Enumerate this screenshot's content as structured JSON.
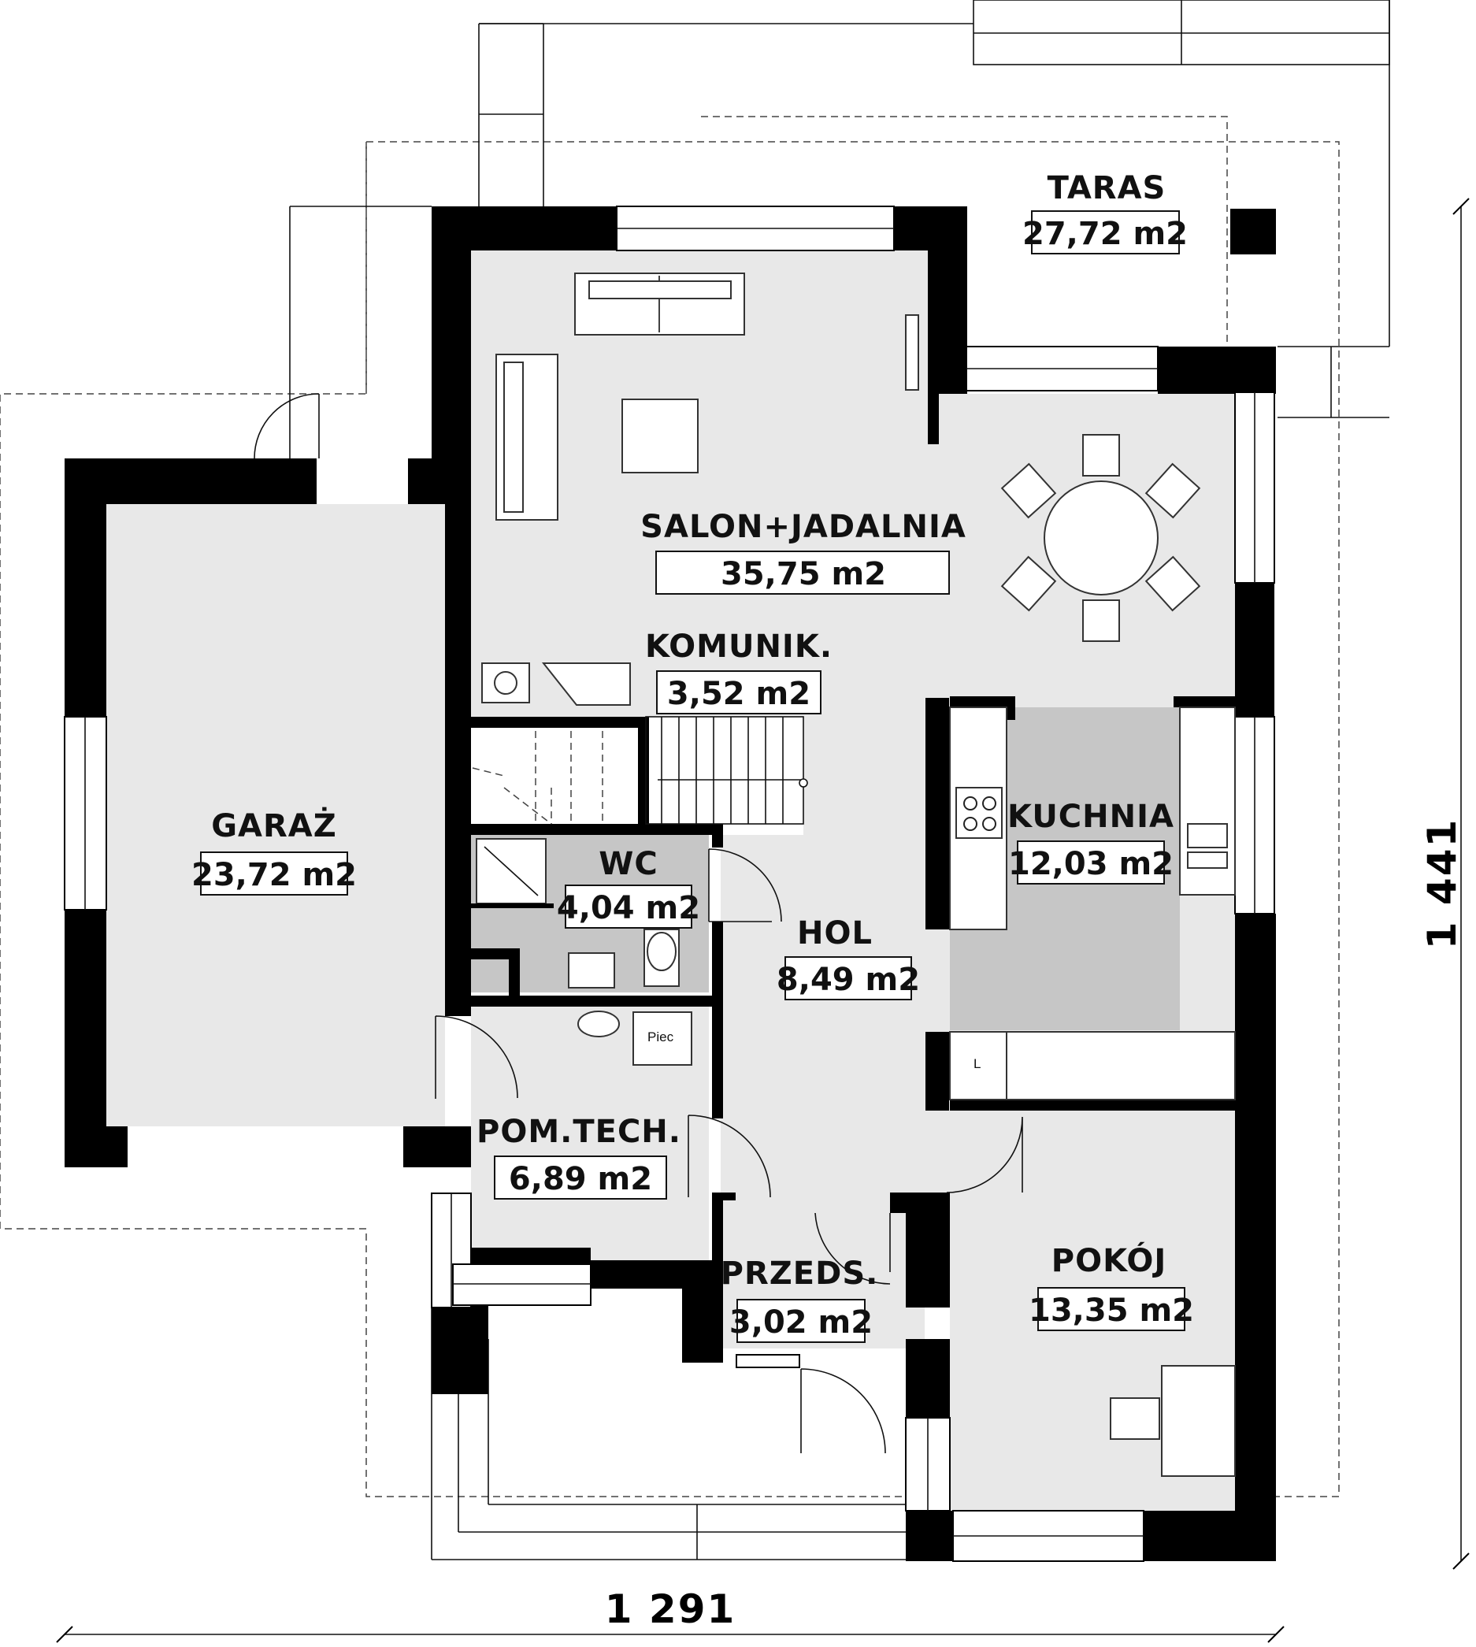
{
  "rooms": {
    "taras": {
      "name": "TARAS",
      "area": "27,72 m2"
    },
    "salon": {
      "name": "SALON+JADALNIA",
      "area": "35,75 m2"
    },
    "komunik": {
      "name": "KOMUNIK.",
      "area": "3,52 m2"
    },
    "garaz": {
      "name": "GARAŻ",
      "area": "23,72 m2"
    },
    "wc": {
      "name": "WC",
      "area": "4,04 m2"
    },
    "kuchnia": {
      "name": "KUCHNIA",
      "area": "12,03 m2"
    },
    "hol": {
      "name": "HOL",
      "area": "8,49 m2"
    },
    "pomtech": {
      "name": "POM.TECH.",
      "area": "6,89 m2"
    },
    "przeds": {
      "name": "PRZEDS.",
      "area": "3,02 m2"
    },
    "pokoj": {
      "name": "POKÓJ",
      "area": "13,35 m2"
    }
  },
  "fixtures": {
    "boiler": "Piec",
    "fridge_mark": "L"
  },
  "dimensions": {
    "width": "1 291",
    "height": "1 441"
  },
  "colors": {
    "floor": "#e8e8e8",
    "floor_dark": "#c6c6c6",
    "wall": "#000000"
  }
}
